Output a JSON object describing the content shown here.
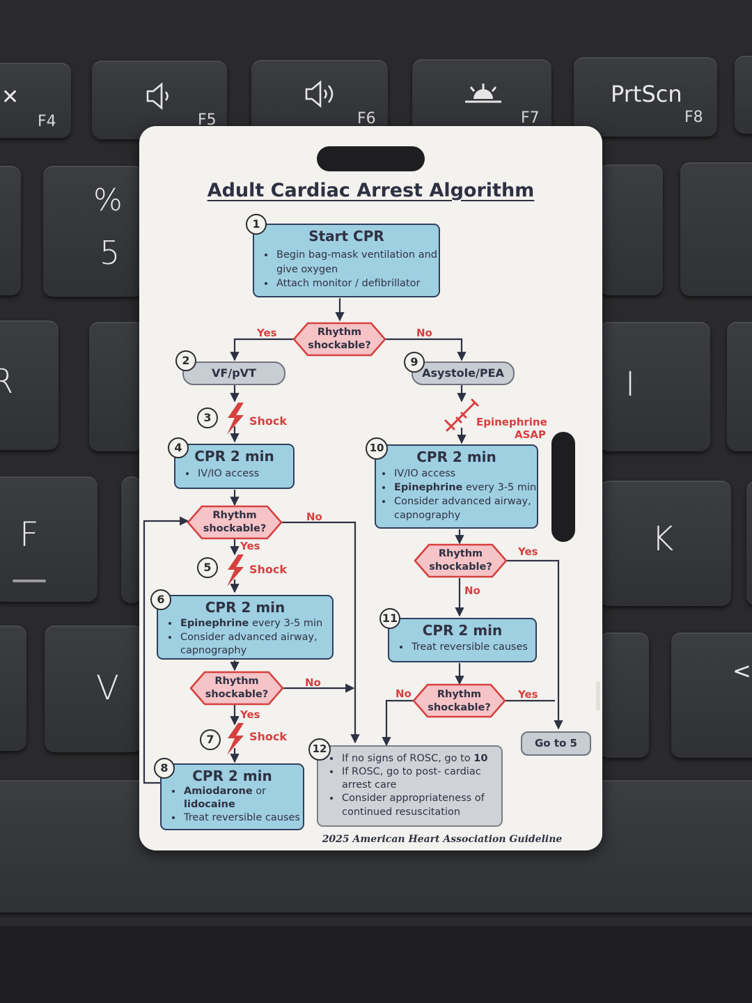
{
  "keyboard": {
    "keys": [
      "F4",
      "F5",
      "F6",
      "F7",
      "PrtScn",
      "F8",
      "%",
      "5",
      "R",
      "I",
      "F",
      "K",
      "V"
    ]
  },
  "card": {
    "title": "Adult Cardiac Arrest Algorithm",
    "footer": "2025 American Heart Association Guideline",
    "steps": {
      "s1": {
        "num": "1",
        "heading": "Start CPR",
        "bullets": [
          "Begin bag-mask ventilation and give oxygen",
          "Attach monitor / defibrillator"
        ]
      },
      "s2": {
        "num": "2",
        "label": "VF/pVT"
      },
      "s3": {
        "num": "3",
        "label": "Shock"
      },
      "s4": {
        "num": "4",
        "heading": "CPR 2 min",
        "bullets": [
          "IV/IO access"
        ]
      },
      "s5": {
        "num": "5",
        "label": "Shock"
      },
      "s6": {
        "num": "6",
        "heading": "CPR 2 min",
        "bullets_bold_lead": [
          [
            "Epinephrine",
            " every 3-5 min"
          ],
          [
            "",
            "Consider advanced airway, capnography"
          ]
        ]
      },
      "s7": {
        "num": "7",
        "label": "Shock"
      },
      "s8": {
        "num": "8",
        "heading": "CPR 2 min",
        "bullets_bold_lead": [
          [
            "Amiodarone",
            " or "
          ],
          [
            "",
            "Treat reversible causes"
          ]
        ],
        "bold_second": "lidocaine"
      },
      "s9": {
        "num": "9",
        "label": "Asystole/PEA"
      },
      "s9_drug": "Epinephrine ASAP",
      "s10": {
        "num": "10",
        "heading": "CPR 2 min",
        "bullets_bold_lead": [
          [
            "",
            "IV/IO access"
          ],
          [
            "Epinephrine",
            " every 3-5 min"
          ],
          [
            "",
            "Consider advanced airway, capnography"
          ]
        ]
      },
      "s11": {
        "num": "11",
        "heading": "CPR 2 min",
        "bullets": [
          "Treat reversible causes"
        ]
      },
      "s12": {
        "num": "12",
        "bullets_bold_tail": [
          [
            "If no signs of ROSC, go to ",
            "10"
          ],
          [
            "If ROSC, go to post- cardiac arrest care",
            ""
          ],
          [
            "Consider appropriateness of continued resuscitation",
            ""
          ]
        ]
      },
      "goto": "Go to 5"
    },
    "decision": {
      "line1": "Rhythm",
      "line2": "shockable?"
    },
    "yes": "Yes",
    "no": "No"
  },
  "colors": {
    "card": "#f3f2ef",
    "box_blue": "#9ed0e2",
    "box_gray": "#cfd3d8",
    "diamond": "#f6c3c6",
    "accent_red": "#d6403f",
    "ink": "#2e3142"
  }
}
